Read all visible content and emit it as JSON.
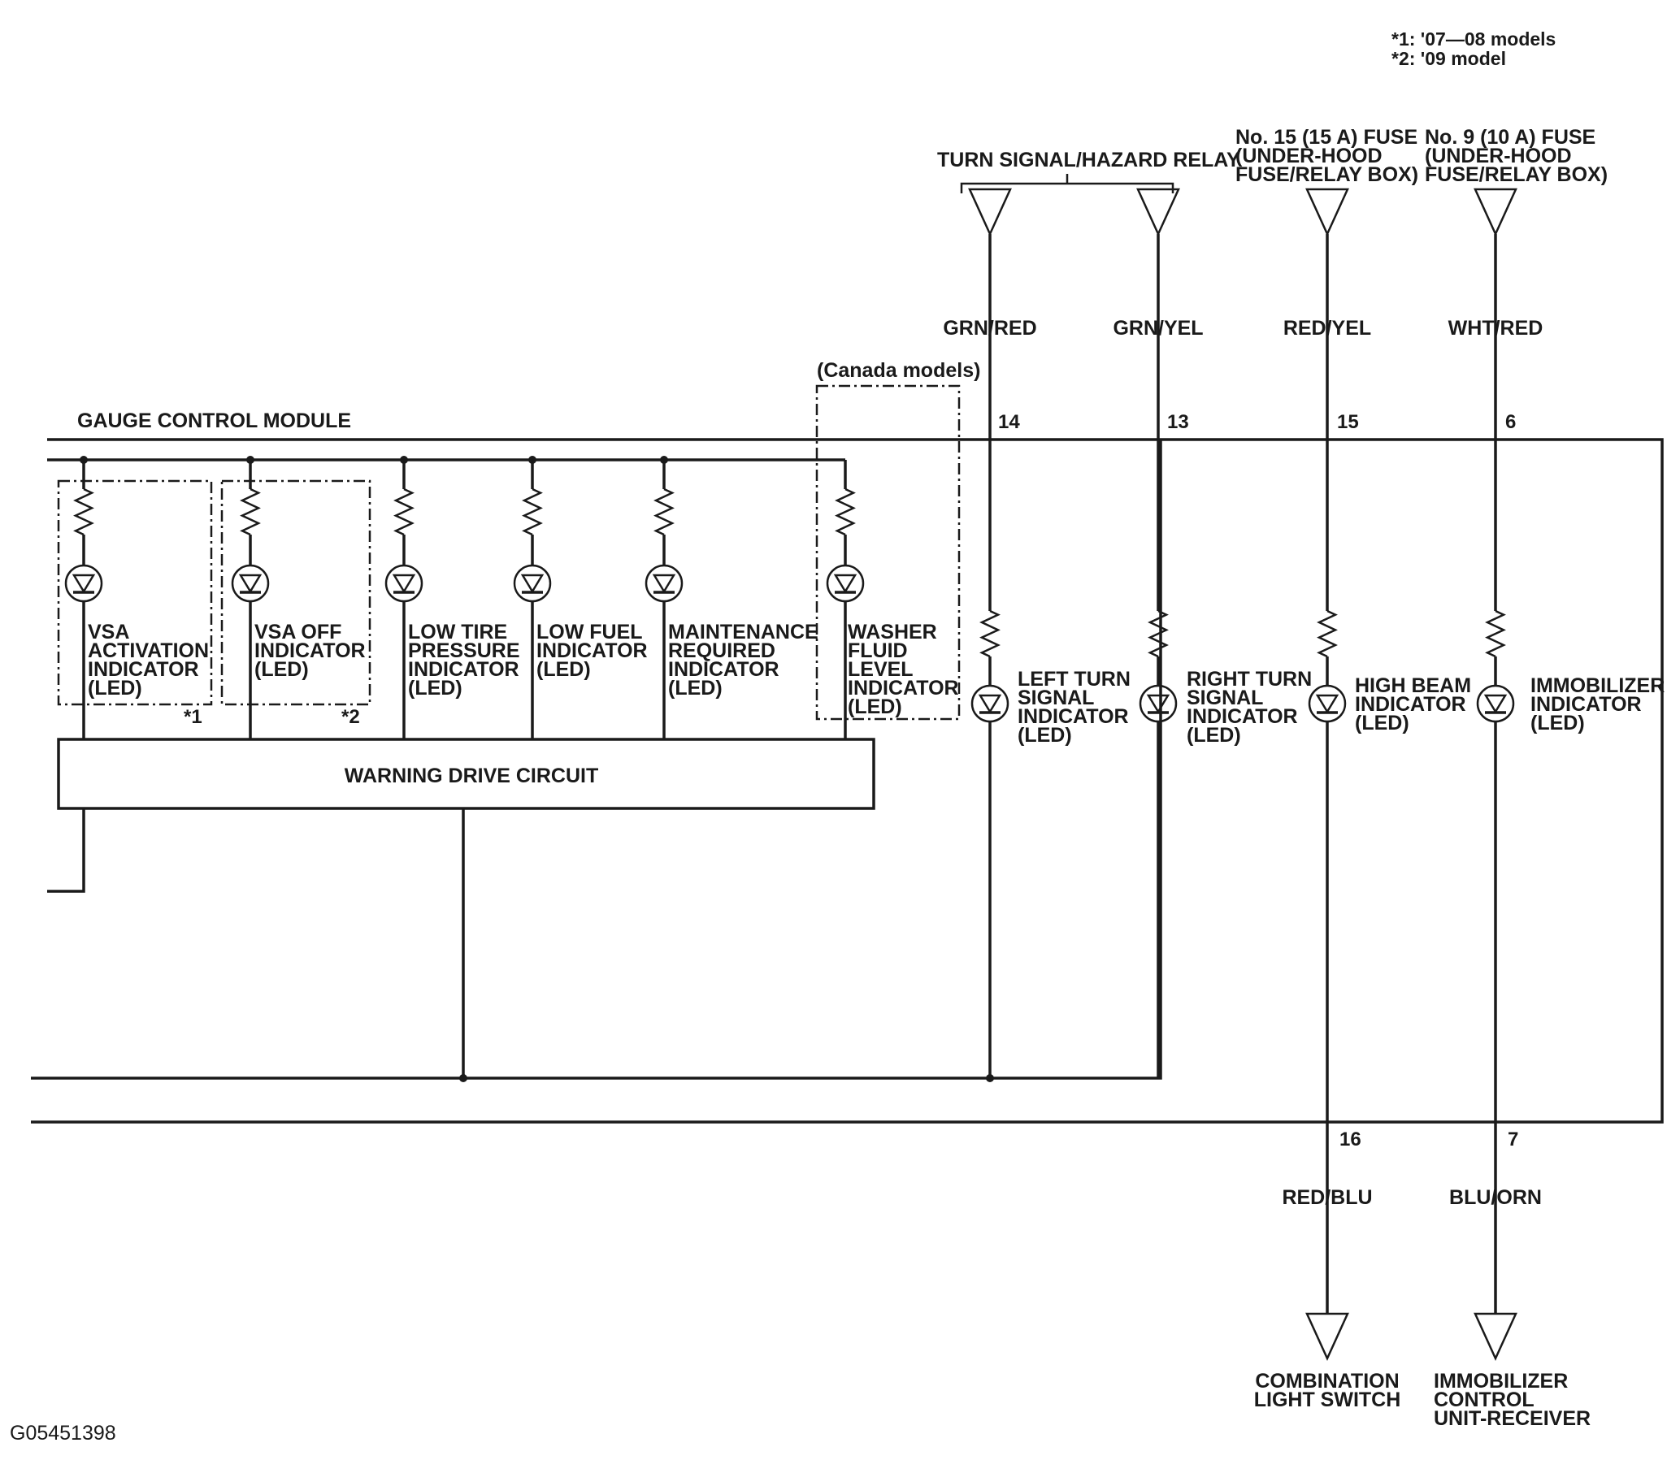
{
  "diagram_id": "G05451398",
  "notes": [
    "*1: '07—08 models",
    "*2: '09 model"
  ],
  "module": {
    "title": "GAUGE CONTROL MODULE",
    "drive_circuit": "WARNING DRIVE CIRCUIT",
    "canada_note": "(Canada models)"
  },
  "top_sources": [
    {
      "lines": [
        "TURN SIGNAL/HAZARD RELAY"
      ]
    },
    {
      "lines": [
        "No. 15 (15 A) FUSE",
        "(UNDER-HOOD",
        "FUSE/RELAY BOX)"
      ]
    },
    {
      "lines": [
        "No. 9 (10 A) FUSE",
        "(UNDER-HOOD",
        "FUSE/RELAY BOX)"
      ]
    }
  ],
  "top_wires": [
    {
      "color": "GRN/RED",
      "pin": "14"
    },
    {
      "color": "GRN/YEL",
      "pin": "13"
    },
    {
      "color": "RED/YEL",
      "pin": "15"
    },
    {
      "color": "WHT/RED",
      "pin": "6"
    }
  ],
  "bottom_wires": [
    {
      "pin": "16",
      "color": "RED/BLU"
    },
    {
      "pin": "7",
      "color": "BLU/ORN"
    }
  ],
  "bottom_destinations": [
    {
      "lines": [
        "COMBINATION",
        "LIGHT SWITCH"
      ]
    },
    {
      "lines": [
        "IMMOBILIZER",
        "CONTROL",
        "UNIT-RECEIVER"
      ]
    }
  ],
  "warning_indicators": [
    {
      "lines": [
        "VSA",
        "ACTIVATION",
        "INDICATOR",
        "(LED)"
      ],
      "note": "*1"
    },
    {
      "lines": [
        "VSA OFF",
        "INDICATOR",
        "(LED)"
      ],
      "note": "*2"
    },
    {
      "lines": [
        "LOW TIRE",
        "PRESSURE",
        "INDICATOR",
        "(LED)"
      ]
    },
    {
      "lines": [
        "LOW FUEL",
        "INDICATOR",
        "(LED)"
      ]
    },
    {
      "lines": [
        "MAINTENANCE",
        "REQUIRED",
        "INDICATOR",
        "(LED)"
      ]
    },
    {
      "lines": [
        "WASHER",
        "FLUID",
        "LEVEL",
        "INDICATOR",
        "(LED)"
      ]
    }
  ],
  "right_indicators": [
    {
      "lines": [
        "LEFT TURN",
        "SIGNAL",
        "INDICATOR",
        "(LED)"
      ]
    },
    {
      "lines": [
        "RIGHT TURN",
        "SIGNAL",
        "INDICATOR",
        "(LED)"
      ]
    },
    {
      "lines": [
        "HIGH BEAM",
        "INDICATOR",
        "(LED)"
      ]
    },
    {
      "lines": [
        "IMMOBILIZER",
        "INDICATOR",
        "(LED)"
      ]
    }
  ]
}
